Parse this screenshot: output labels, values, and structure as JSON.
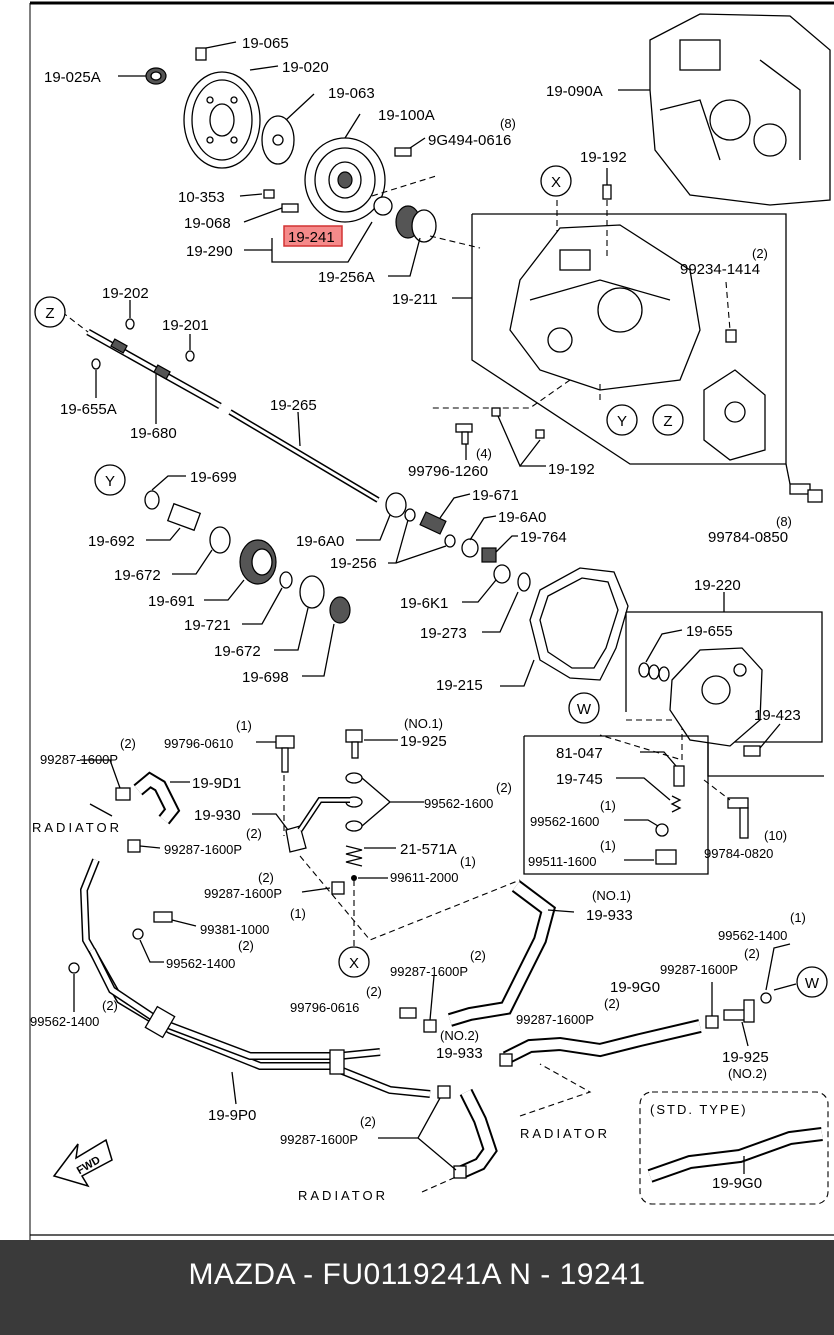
{
  "footer": {
    "text": "MAZDA - FU0119241A    N - 19241"
  },
  "highlight": {
    "label": "19-241",
    "color": "#f58a8a"
  },
  "labels": {
    "l19_065": "19-065",
    "l19_025a": "19-025A",
    "l19_020": "19-020",
    "l19_063": "19-063",
    "l19_100a": "19-100A",
    "l8a": "(8)",
    "l9g494": "9G494-0616",
    "l19_090a": "19-090A",
    "l10_353": "10-353",
    "l19_068": "19-068",
    "l19_290": "19-290",
    "l19_256a": "19-256A",
    "l19_192a": "19-192",
    "l2a": "(2)",
    "l99234": "99234-1414",
    "l19_211": "19-211",
    "l19_202": "19-202",
    "l19_201": "19-201",
    "l19_655a": "19-655A",
    "l19_680": "19-680",
    "l19_265": "19-265",
    "l4": "(4)",
    "l99796_1260": "99796-1260",
    "l19_192b": "19-192",
    "l19_699": "19-699",
    "l19_671": "19-671",
    "l8b": "(8)",
    "l99784_0850": "99784-0850",
    "l19_692": "19-692",
    "l19_6a0a": "19-6A0",
    "l19_6a0b": "19-6A0",
    "l19_764": "19-764",
    "l19_672a": "19-672",
    "l19_256": "19-256",
    "l19_691": "19-691",
    "l19_6k1": "19-6K1",
    "l19_220": "19-220",
    "l19_721": "19-721",
    "l19_273": "19-273",
    "l19_655": "19-655",
    "l19_672b": "19-672",
    "l19_698": "19-698",
    "l19_215": "19-215",
    "l19_423": "19-423",
    "l1a": "(1)",
    "l99796_0610": "99796-0610",
    "lno1a": "(NO.1)",
    "l19_925a": "19-925",
    "l2b": "(2)",
    "l99287a": "99287-1600P",
    "l19_9d1": "19-9D1",
    "l81_047": "81-047",
    "l19_745": "19-745",
    "l2c": "(2)",
    "l99562_1600a": "99562-1600",
    "l1b": "(1)",
    "l99562_1600b": "99562-1600",
    "l10": "(10)",
    "l99784_0820": "99784-0820",
    "l1c": "(1)",
    "l99511": "99511-1600",
    "lradiator1": "RADIATOR",
    "l19_930": "19-930",
    "l2d": "(2)",
    "l99287b": "99287-1600P",
    "l21_571a": "21-571A",
    "l1d": "(1)",
    "l99611": "99611-2000",
    "l2e": "(2)",
    "l99287c": "99287-1600P",
    "l1e": "(1)",
    "l99381": "99381-1000",
    "lno1b": "(NO.1)",
    "l19_933a": "19-933",
    "l2f": "(2)",
    "l99562_1400a": "99562-1400",
    "l1f": "(1)",
    "l99562_1400b": "99562-1400",
    "l2g": "(2)",
    "l99287d": "99287-1600P",
    "l2h": "(2)",
    "l99287e": "99287-1600P",
    "l2i": "(2)",
    "l99562_1400c": "99562-1400",
    "l2j": "(2)",
    "l99796_0616": "99796-0616",
    "l19_9g0a": "19-9G0",
    "l2k": "(2)",
    "l99287f": "99287-1600P",
    "lno2a": "(NO.2)",
    "l19_933b": "19-933",
    "l19_925b": "19-925",
    "lno2b": "(NO.2)",
    "l19_9p0": "19-9P0",
    "lradiator2": "RADIATOR",
    "lstd": "(STD. TYPE)",
    "l2l": "(2)",
    "l99287g": "99287-1600P",
    "l19_9g0b": "19-9G0",
    "lradiator3": "RADIATOR",
    "lfwd": "FWD"
  },
  "callouts": {
    "x": "X",
    "y": "Y",
    "z": "Z",
    "w": "W"
  }
}
